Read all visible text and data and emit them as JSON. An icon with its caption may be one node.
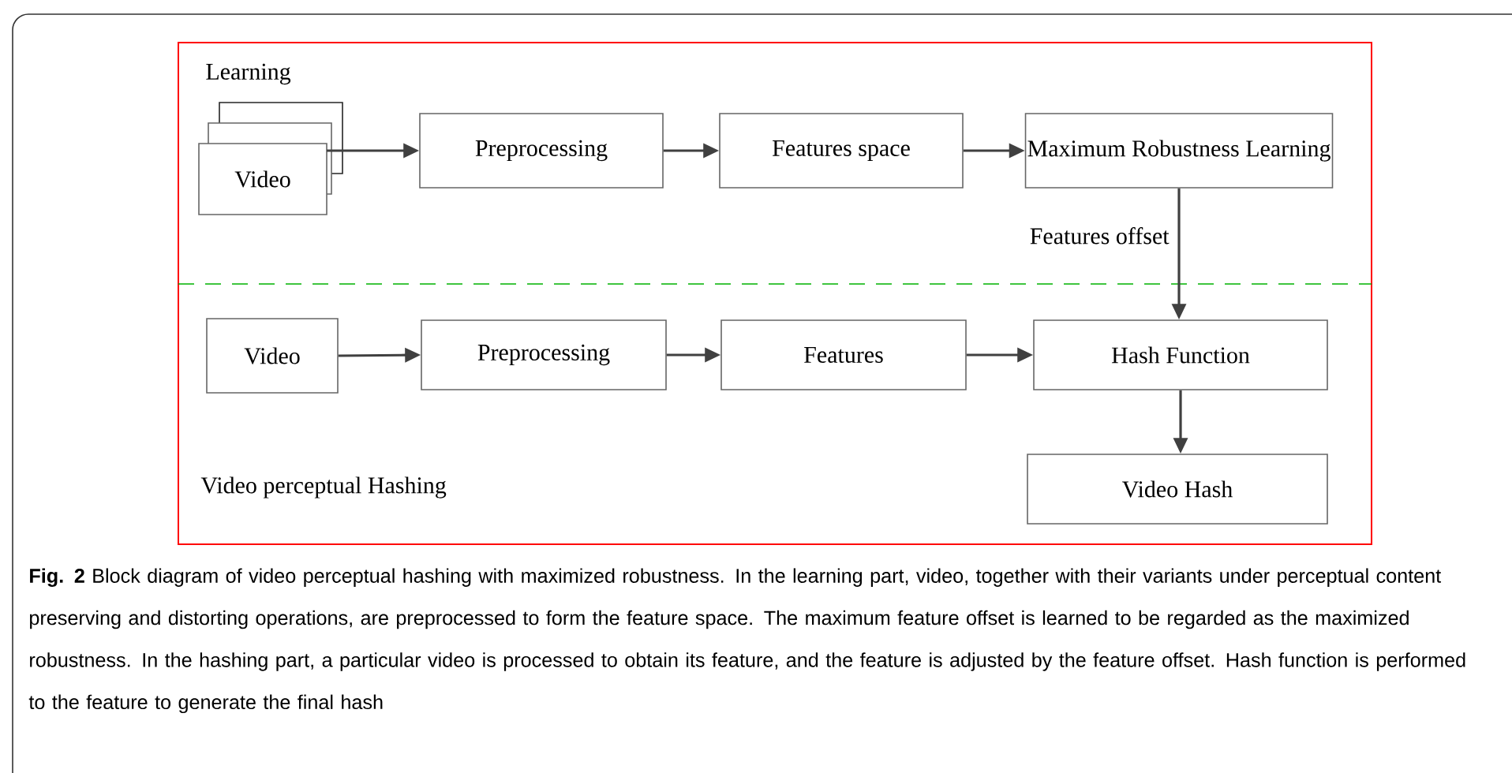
{
  "diagram": {
    "caption": "**Fig. 2** Block diagram of video perceptual hashing with maximized robustness. In the learning part, video, together with their variants under perceptual content preserving and distorting operations, are preprocessed to form the feature space. The maximum feature offset is learned to be regarded as the maximized robustness. In the hashing part, a particular video is processed to obtain its feature, and the feature is adjusted by the feature offset. Hash function is performed to the feature to generate the final hash",
    "nodes": [
      {
        "text": [
          "Video"
        ]
      },
      {
        "text": [
          "Preprocessing"
        ]
      },
      {
        "text": [
          "Features space"
        ]
      },
      {
        "text": [
          "Maximum Robustness Learning"
        ]
      },
      {
        "text": [
          "Video"
        ]
      },
      {
        "text": [
          "Preprocessing"
        ]
      },
      {
        "text": [
          "Features"
        ]
      },
      {
        "text": [
          "Hash Function"
        ]
      },
      {
        "text": [
          "Video Hash"
        ]
      }
    ],
    "edges": [
      {
        "from": 0,
        "to": 1,
        "arrow": "to"
      },
      {
        "from": 1,
        "to": 2,
        "arrow": "to"
      },
      {
        "from": 2,
        "to": 3,
        "arrow": "to"
      },
      {
        "from": 3,
        "to": 7,
        "arrow": "to",
        "label": "Features offset"
      },
      {
        "from": 4,
        "to": 5,
        "arrow": "to"
      },
      {
        "from": 5,
        "to": 6,
        "arrow": "to"
      },
      {
        "from": 6,
        "to": 7,
        "arrow": "to"
      },
      {
        "from": 7,
        "to": 8,
        "arrow": "to"
      }
    ],
    "labels": [
      "Learning",
      "Video perceptual Hashing"
    ]
  }
}
